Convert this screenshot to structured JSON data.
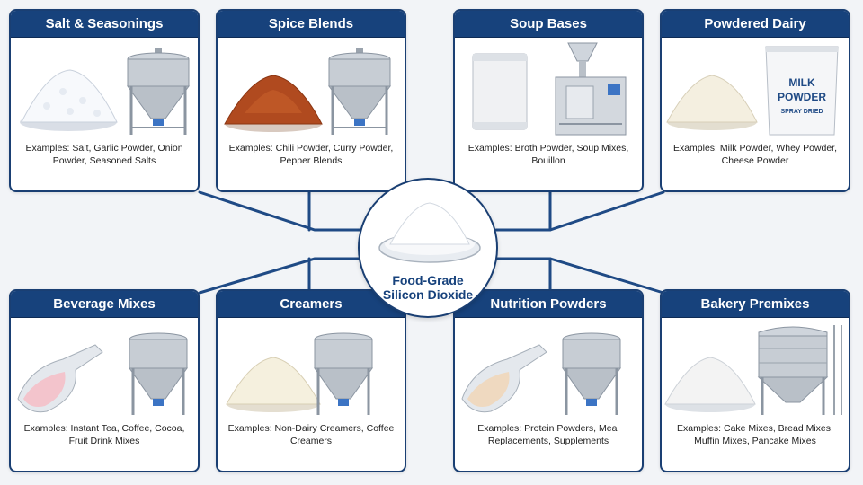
{
  "center": {
    "label": "Food-Grade Silicon Dioxide"
  },
  "cards": [
    {
      "title": "Salt & Seasonings",
      "examples": "Examples: Salt, Garlic Powder, Onion Powder, Seasoned Salts",
      "powder_color": "#ffffff",
      "equipment": "mixer"
    },
    {
      "title": "Spice Blends",
      "examples": "Examples: Chili Powder, Curry Powder, Pepper Blends",
      "powder_color": "#b04a1f",
      "equipment": "mixer"
    },
    {
      "title": "Soup Bases",
      "examples": "Examples: Broth Powder, Soup Mixes, Bouillon",
      "powder_color": "#ececec",
      "equipment": "packaging-machine"
    },
    {
      "title": "Powdered Dairy",
      "examples": "Examples: Milk Powder, Whey Powder, Cheese Powder",
      "powder_color": "#f4efe0",
      "equipment": "milk-powder-bag",
      "bag_text": {
        "line1": "MILK",
        "line2": "POWDER",
        "line3": "SPRAY DRIED"
      }
    },
    {
      "title": "Beverage Mixes",
      "examples": "Examples: Instant Tea, Coffee, Cocoa, Fruit Drink Mixes",
      "powder_color": "#f3c4cc",
      "equipment": "mixer"
    },
    {
      "title": "Creamers",
      "examples": "Examples: Non-Dairy Creamers, Coffee Creamers",
      "powder_color": "#f5f0de",
      "equipment": "mixer"
    },
    {
      "title": "Nutrition Powders",
      "examples": "Examples: Protein Powders, Meal Replacements, Supplements",
      "powder_color": "#efd9c0",
      "equipment": "mixer"
    },
    {
      "title": "Bakery Premixes",
      "examples": "Examples: Cake Mixes, Bread Mixes, Muffin Mixes, Pancake Mixes",
      "powder_color": "#f3f3f3",
      "equipment": "silo"
    }
  ]
}
